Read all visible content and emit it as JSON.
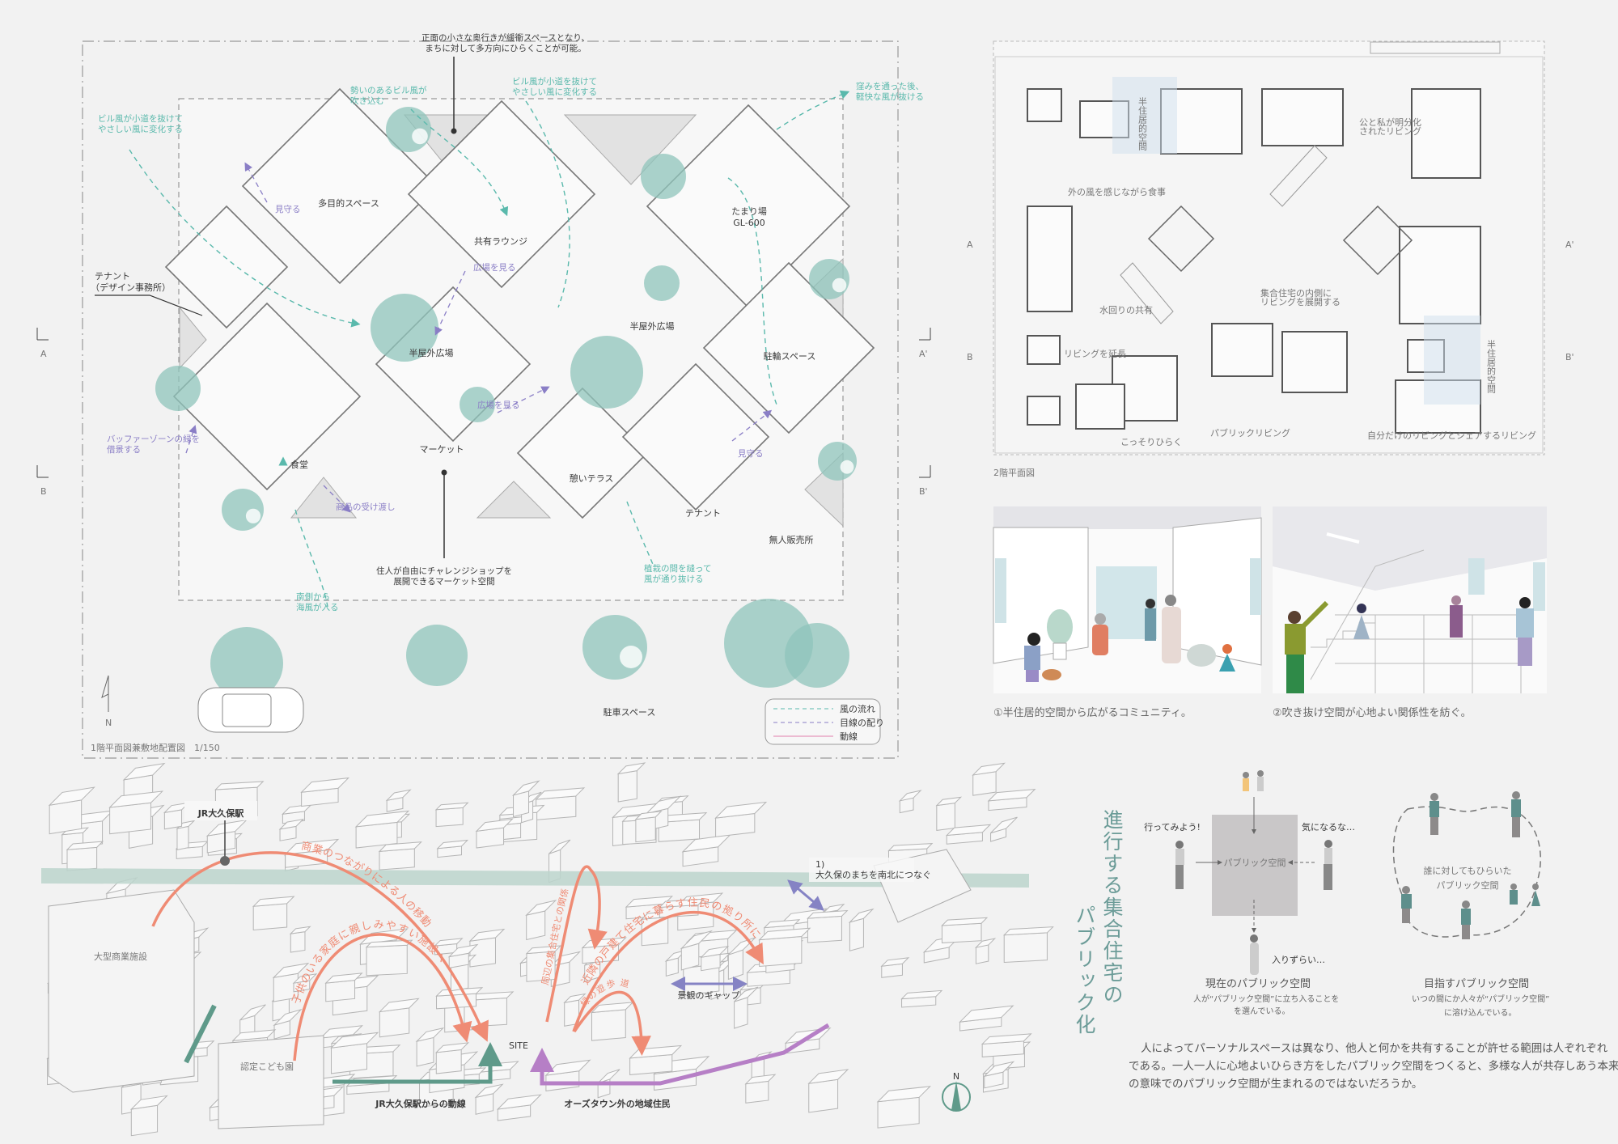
{
  "floor1": {
    "title": "1階平面図兼敷地配置図　1/150",
    "top_note": [
      "正面の小さな奥行きが緩衝スペースとなり、",
      "まちに対して多方向にひらくことが可能。"
    ],
    "rooms": {
      "multipurpose": "多目的スペース",
      "lounge": "共有ラウンジ",
      "tamariba": "たまり場",
      "tamariba_level": "GL-600",
      "tenant_design_1": "テナント",
      "tenant_design_2": "（デザイン事務所）",
      "plaza_1": "半屋外広場",
      "plaza_2": "半屋外広場",
      "bicycle": "駐輪スペース",
      "market": "マーケット",
      "dining": "食堂",
      "terrace": "憩いテラス",
      "tenant": "テナント",
      "unmanned_shop": "無人販売所",
      "parking": "駐車スペース"
    },
    "notes": {
      "wind_strong": [
        "勢いのあるビル風が",
        "吹き込む"
      ],
      "wind_soft_left": [
        "ビル風が小道を抜けて",
        "やさしい風に変化する"
      ],
      "wind_soft_mid": [
        "ビル風が小道を抜けて",
        "やさしい風に変化する"
      ],
      "wind_exit": [
        "窪みを通った後、",
        "軽快な風が抜ける"
      ],
      "watch_1": "見守る",
      "watch_2": "見守る",
      "see_plaza_1": "広場を見る",
      "see_plaza_2": "広場を見る",
      "buffer": [
        "バッファーゾーンの緑を",
        "借景する"
      ],
      "handover": "商品の受け渡し",
      "market_note": [
        "住人が自由にチャレンジショップを",
        "展開できるマーケット空間"
      ],
      "wind_plants": [
        "植栽の間を縫って",
        "風が通り抜ける"
      ],
      "sea_wind": [
        "南側から",
        "海風が入る"
      ]
    },
    "section_marks": {
      "a": "A",
      "b": "B",
      "a2": "A'",
      "b2": "B'"
    },
    "north": "N",
    "legend": [
      {
        "label": "風の流れ",
        "color": "#5ab9ac"
      },
      {
        "label": "目線の配り",
        "color": "#8a7ec6"
      },
      {
        "label": "動線",
        "color": "#e07fae"
      }
    ]
  },
  "floor2": {
    "title": "2階平面図",
    "notes": {
      "semi_1": "半住居的空間",
      "semi_2": "半住居的空間",
      "public_private": [
        "公と私が明分化",
        "されたリビング"
      ],
      "outside_wind": "外の風を感じながら食事",
      "water_share": "水回りの共有",
      "inner_living": [
        "集合住宅の内側に",
        "リビングを展開する"
      ],
      "extend_living": "リビングを延長",
      "quietly_open": "こっそりひらく",
      "public_living": "パブリックリビング",
      "own_share": "自分だけのリビングとシェアするリビング"
    },
    "section_marks": {
      "a": "A",
      "b": "B",
      "a2": "A'",
      "b2": "B'"
    }
  },
  "perspectives": [
    {
      "caption": "①半住居的空間から広がるコミュニティ。"
    },
    {
      "caption": "②吹き抜け空間が心地よい関係性を紡ぐ。"
    }
  ],
  "site_map": {
    "station": "JR大久保駅",
    "mall": "大型商業施設",
    "kindergarten": "認定こども園",
    "site": "SITE",
    "route_station": "JR大久保駅からの動線",
    "route_residents": "オーズタウン外の地域住民",
    "connect_note": [
      "1)",
      "大久保のまちを南北につなぐ"
    ],
    "gap_note": "景観のギャップ",
    "arcs": [
      "商業のつながりによる人の移動",
      "子供のいる家庭に親しみやすい施設へ",
      "周辺の集合住宅との関係",
      "近隣の戸建て住宅に暮らす住民の拠り所に",
      "緑の遊歩道"
    ],
    "north": "N",
    "colors": {
      "arc": "#ef8b74",
      "station_route": "#5f9a8a",
      "resident_route": "#b67fc6"
    }
  },
  "concept": {
    "title_1": "進行する集合住宅の",
    "title_2": "パブリック化",
    "current": {
      "box_label": "パブリック空間",
      "speech_go": "行ってみよう!",
      "speech_curious": "気になるな…",
      "speech_hard": "入りずらい…",
      "heading": "現在のパブリック空間",
      "desc": [
        "人が“パブリック空間”に立ち入ることを",
        "を選んでいる。"
      ]
    },
    "target": {
      "loop_label": [
        "誰に対してもひらいた",
        "パブリック空間"
      ],
      "heading": "目指すパブリック空間",
      "desc": [
        "いつの間にか人々が“パブリック空間”",
        "に溶け込んでいる。"
      ]
    },
    "paragraph": [
      "人によってパーソナルスペースは異なり、他人と何かを共有することが許せる範囲は人ぞれぞれ",
      "である。一人一人に心地よいひらき方をしたパブリック空間をつくると、多様な人が共存しあう本来",
      "の意味でのパブリック空間が生まれるのではないだろうか。"
    ]
  }
}
